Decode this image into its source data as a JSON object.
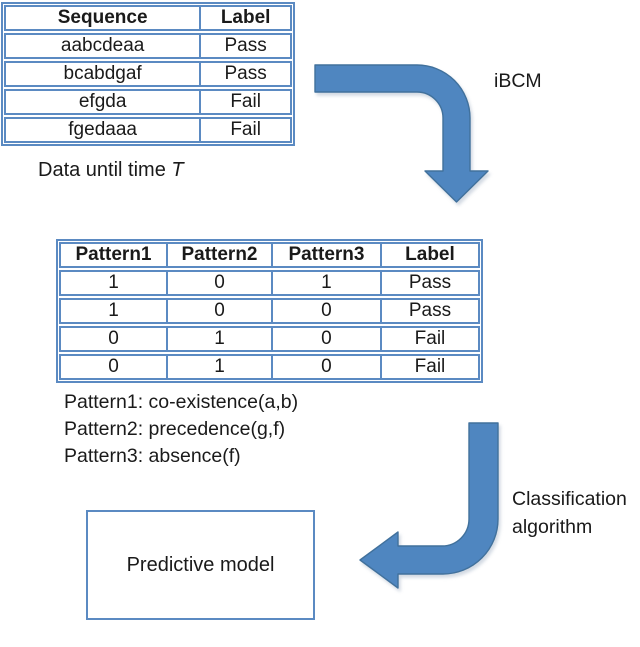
{
  "colors": {
    "table_border": "#5b8ac2",
    "arrow_fill": "#4f86c0",
    "arrow_stroke": "#41719c",
    "text": "#1a1a1a"
  },
  "sequence_table": {
    "headers": [
      "Sequence",
      "Label"
    ],
    "rows": [
      [
        "aabcdeaa",
        "Pass"
      ],
      [
        "bcabdgaf",
        "Pass"
      ],
      [
        "efgda",
        "Fail"
      ],
      [
        "fgedaaa",
        "Fail"
      ]
    ]
  },
  "caption": {
    "prefix": "Data until time ",
    "symbol": "T"
  },
  "arrow1_label": "iBCM",
  "pattern_table": {
    "headers": [
      "Pattern1",
      "Pattern2",
      "Pattern3",
      "Label"
    ],
    "rows": [
      [
        "1",
        "0",
        "1",
        "Pass"
      ],
      [
        "1",
        "0",
        "0",
        "Pass"
      ],
      [
        "0",
        "1",
        "0",
        "Fail"
      ],
      [
        "0",
        "1",
        "0",
        "Fail"
      ]
    ]
  },
  "pattern_definitions": [
    "Pattern1: co-existence(a,b)",
    "Pattern2: precedence(g,f)",
    "Pattern3: absence(f)"
  ],
  "arrow2_label_lines": [
    "Classification",
    "algorithm"
  ],
  "predictive_model_label": "Predictive model"
}
